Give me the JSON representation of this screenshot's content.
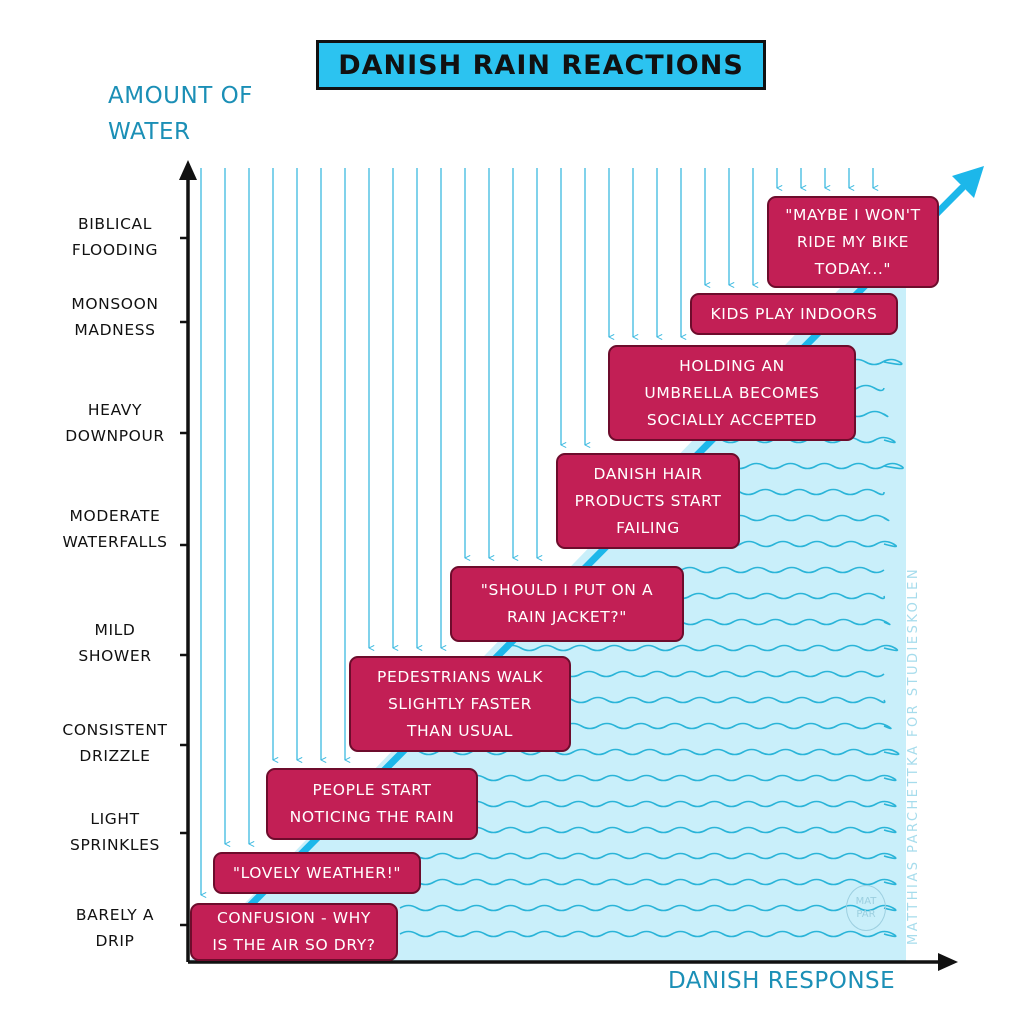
{
  "chart_data": {
    "type": "line",
    "title": "DANISH RAIN REACTIONS",
    "ylabel": "AMOUNT OF WATER",
    "xlabel": "DANISH RESPONSE",
    "y_categories": [
      "BARELY A DRIP",
      "LIGHT SPRINKLES",
      "CONSISTENT DRIZZLE",
      "MILD SHOWER",
      "MODERATE WATERFALLS",
      "HEAVY DOWNPOUR",
      "MONSOON MADNESS",
      "BIBLICAL FLOODING"
    ],
    "y_label_lines": [
      [
        "BARELY A",
        "DRIP"
      ],
      [
        "LIGHT",
        "SPRINKLES"
      ],
      [
        "CONSISTENT",
        "DRIZZLE"
      ],
      [
        "MILD",
        "SHOWER"
      ],
      [
        "MODERATE",
        "WATERFALLS"
      ],
      [
        "HEAVY",
        "DOWNPOUR"
      ],
      [
        "MONSOON",
        "MADNESS"
      ],
      [
        "BIBLICAL",
        "FLOODING"
      ]
    ],
    "responses": [
      "CONFUSION - WHY IS THE AIR SO DRY?",
      "\"LOVELY WEATHER!\"",
      "PEOPLE START NOTICING THE RAIN",
      "PEDESTRIANS WALK SLIGHTLY FASTER THAN USUAL",
      "\"SHOULD I PUT ON A RAIN JACKET?\"",
      "DANISH HAIR PRODUCTS START FAILING",
      "HOLDING AN UMBRELLA BECOMES SOCIALLY ACCEPTED",
      "KIDS PLAY INDOORS",
      "\"MAYBE I WON'T RIDE MY BIKE TODAY...\""
    ],
    "response_lines": [
      [
        "CONFUSION - WHY",
        "IS THE AIR SO DRY?"
      ],
      [
        "\"LOVELY WEATHER!\""
      ],
      [
        "PEOPLE START",
        "NOTICING THE RAIN"
      ],
      [
        "PEDESTRIANS WALK",
        "SLIGHTLY FASTER",
        "THAN USUAL"
      ],
      [
        "\"SHOULD I PUT ON A",
        "RAIN JACKET?\""
      ],
      [
        "DANISH HAIR",
        "PRODUCTS START",
        "FAILING"
      ],
      [
        "HOLDING AN",
        "UMBRELLA BECOMES",
        "SOCIALLY ACCEPTED"
      ],
      [
        "KIDS PLAY INDOORS"
      ],
      [
        "\"MAYBE I WON'T",
        "RIDE MY BIKE",
        "TODAY...\""
      ]
    ],
    "trend": "increasing",
    "grid": false,
    "colors": {
      "callout": "#c21f55",
      "callout_text": "#ffffff",
      "trend_arrow": "#1cb7ea",
      "rain": "#3cb9e0",
      "water_fill": "#c9effa",
      "waves": "#2ab4d8",
      "title_box": "#2cc3f0",
      "axis_title": "#1b8fb6"
    }
  },
  "credit": "MATTHIAS PARCHETTKA FOR STUDIESKOLEN",
  "signature": [
    "MAT",
    "PAR"
  ]
}
